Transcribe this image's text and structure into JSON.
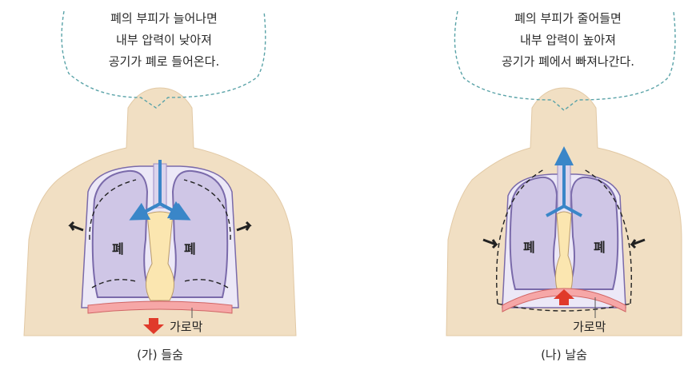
{
  "left": {
    "bubble_lines": [
      "폐의 부피가 늘어나면",
      "내부 압력이 낮아져",
      "공기가 폐로 들어온다."
    ],
    "lung_label": "폐",
    "diaphragm_label": "가로막",
    "caption": "(가) 들숨"
  },
  "right": {
    "bubble_lines": [
      "폐의 부피가 줄어들면",
      "내부 압력이 높아져",
      "공기가 폐에서 빠져나간다."
    ],
    "lung_label": "폐",
    "diaphragm_label": "가로막",
    "caption": "(나) 날숨"
  },
  "colors": {
    "skin": "#f1dfc3",
    "lung_fill": "#cfc6e6",
    "lung_edge": "#7a6aaa",
    "pleura": "#ece8f7",
    "mediastinum": "#fbe6b0",
    "diaphragm": "#f6a7a7",
    "airflow_arrow": "#3a86c8",
    "diaphragm_arrow": "#e03a2a",
    "bubble_border": "#5aa3a8"
  }
}
